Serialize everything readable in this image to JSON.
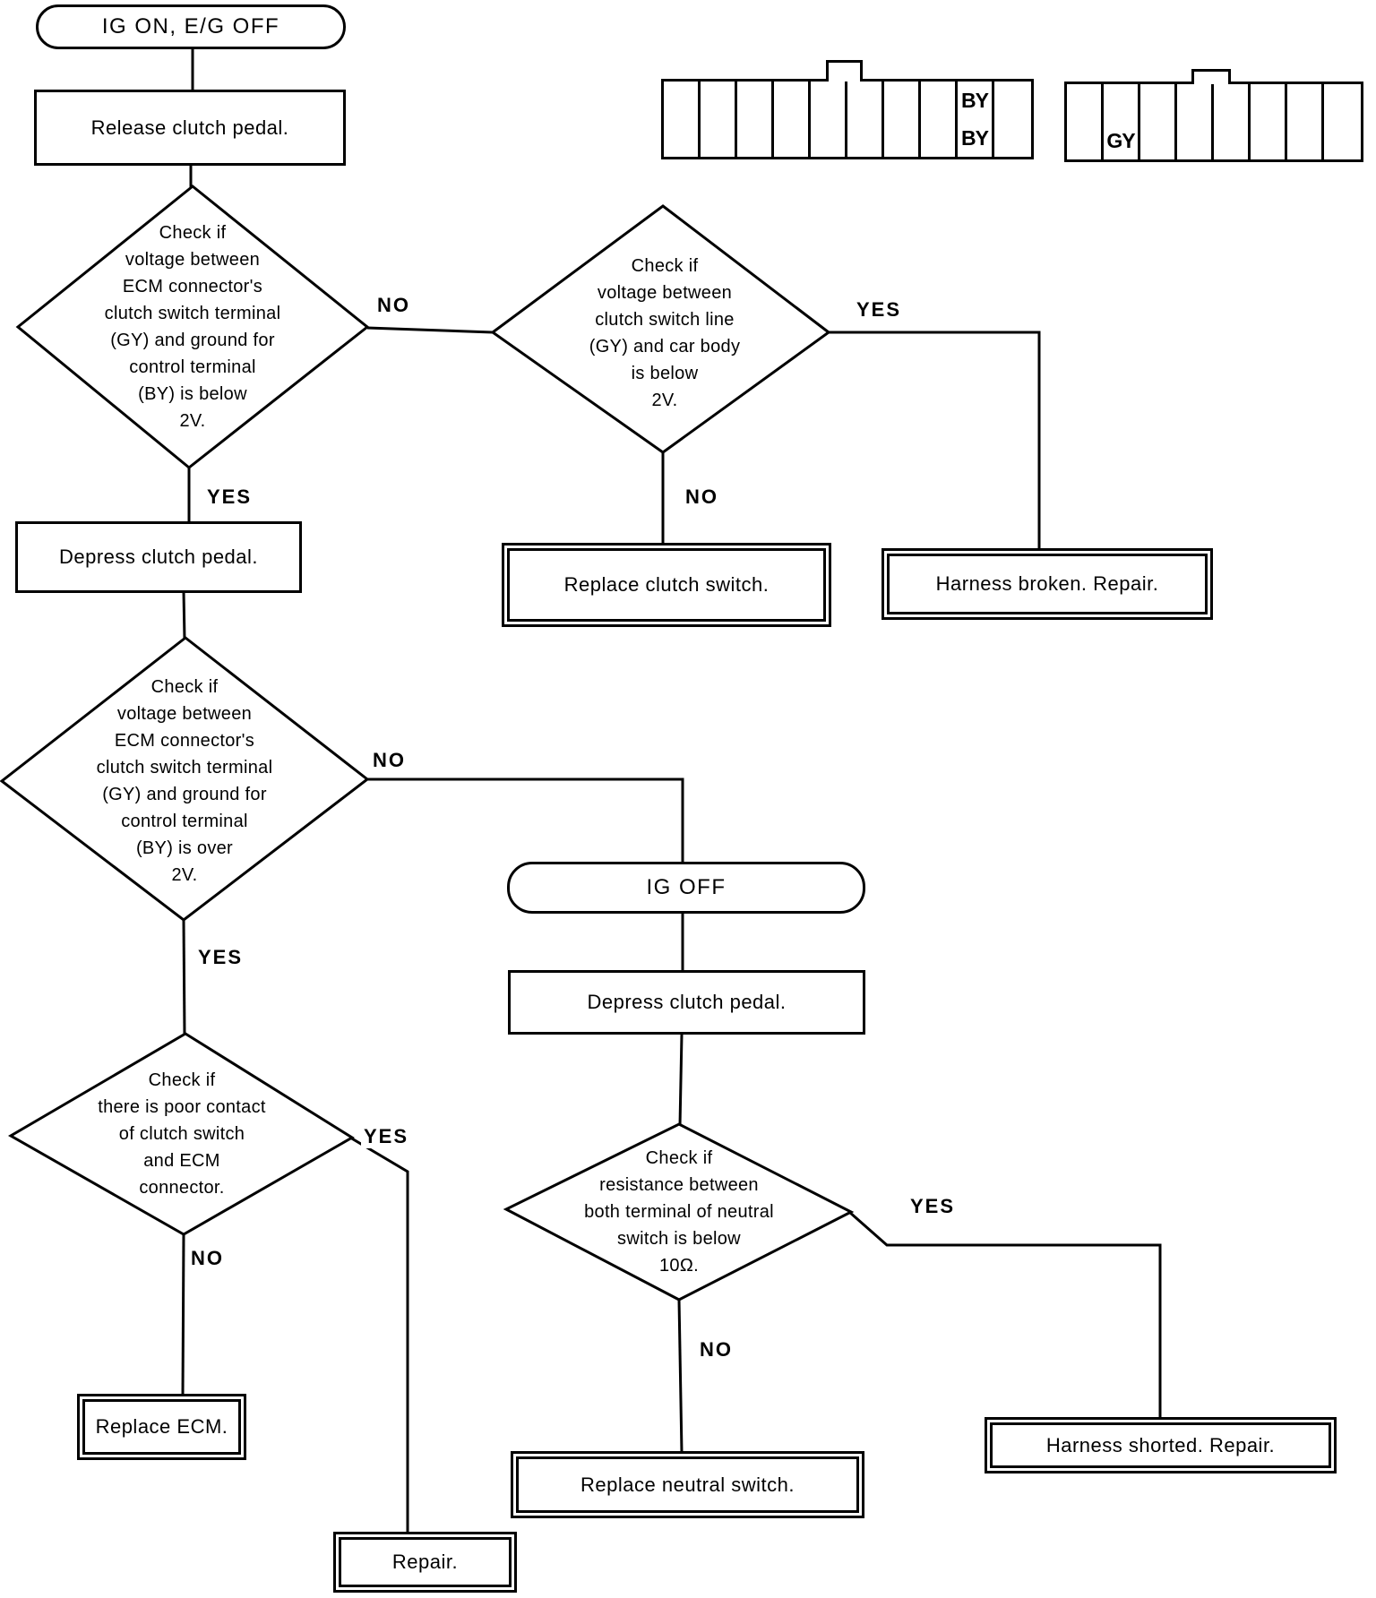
{
  "labels": {
    "yes": "YES",
    "no": "NO"
  },
  "nodes": {
    "start": "IG ON, E/G OFF",
    "release_clutch_pedal": "Release clutch pedal.",
    "check_ecm_voltage_below": "Check if\nvoltage between\nECM connector's\nclutch switch terminal\n(GY) and ground for\ncontrol terminal\n(BY) is below\n2V.",
    "check_clutch_switch_line": "Check if\nvoltage between\nclutch switch line\n(GY) and car body\nis below\n2V.",
    "depress_clutch_pedal_1": "Depress clutch pedal.",
    "replace_clutch_switch": "Replace clutch switch.",
    "harness_broken": "Harness broken.  Repair.",
    "check_ecm_voltage_over": "Check if\nvoltage between\nECM connector's\nclutch switch terminal\n(GY) and ground for\ncontrol terminal\n(BY) is over\n2V.",
    "ig_off": "IG OFF",
    "depress_clutch_pedal_2": "Depress clutch pedal.",
    "check_poor_contact": "Check if\nthere is poor contact\nof clutch switch\nand ECM\nconnector.",
    "check_neutral_resistance": "Check if\nresistance between\nboth terminal of neutral\nswitch is below\n10Ω.",
    "replace_ecm": "Replace ECM.",
    "replace_neutral_switch": "Replace neutral switch.",
    "harness_shorted": "Harness shorted.  Repair.",
    "repair": "Repair."
  },
  "connectors": [
    {
      "name": "ecm-connector-by-terminals",
      "rows": 2,
      "cols": 10,
      "cells": [
        {
          "row": 1,
          "col": 9,
          "label": "BY"
        },
        {
          "row": 2,
          "col": 9,
          "label": "BY"
        }
      ]
    },
    {
      "name": "ecm-connector-gy-terminal",
      "rows": 2,
      "cols": 8,
      "cells": [
        {
          "row": 2,
          "col": 2,
          "label": "GY"
        }
      ]
    }
  ],
  "colors": {
    "ink": "#000000",
    "paper": "#ffffff"
  }
}
